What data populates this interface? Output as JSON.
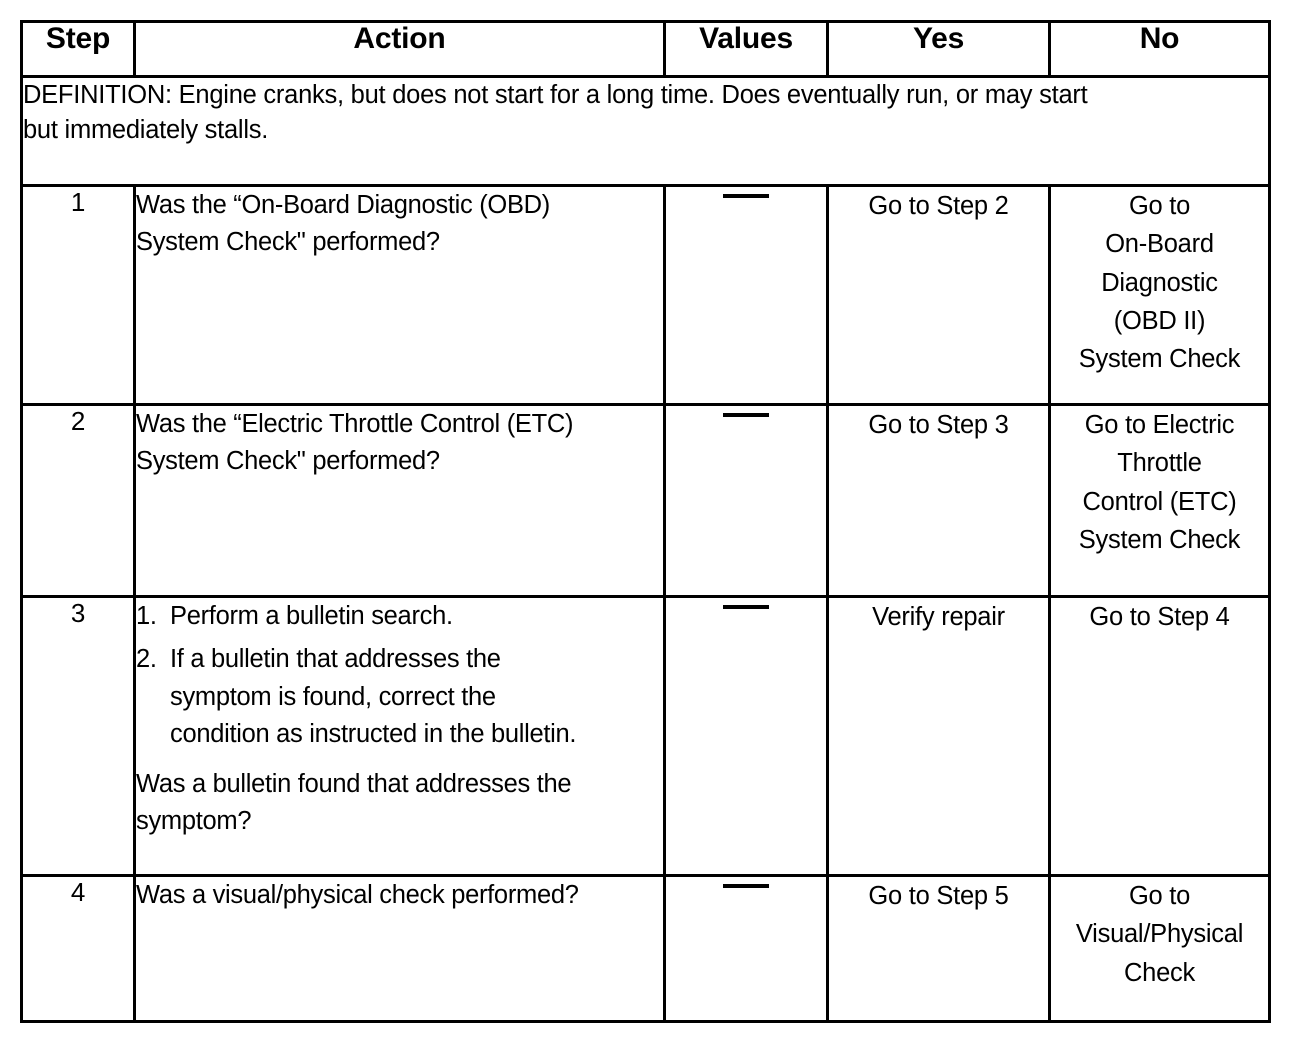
{
  "table": {
    "headers": [
      "Step",
      "Action",
      "Values",
      "Yes",
      "No"
    ],
    "definition": {
      "line1": "DEFINITION: Engine cranks, but does not start for a long time. Does eventually run, or may start",
      "line2": "but immediately stalls."
    },
    "rows": [
      {
        "step": "1",
        "action": {
          "line1": "Was the “On-Board Diagnostic (OBD)",
          "line2": "System Check\" performed?"
        },
        "values": "—",
        "yes": "Go to Step 2",
        "no": {
          "line1": "Go to",
          "line2": "On-Board",
          "line3": "Diagnostic",
          "line4": "(OBD II)",
          "line5": "System Check"
        }
      },
      {
        "step": "2",
        "action": {
          "line1": "Was the “Electric Throttle Control (ETC)",
          "line2": "System Check\" performed?"
        },
        "values": "—",
        "yes": "Go to Step 3",
        "no": {
          "line1": "Go to Electric",
          "line2": "Throttle",
          "line3": "Control (ETC)",
          "line4": "System Check"
        }
      },
      {
        "step": "3",
        "action": {
          "item1_marker": "1.",
          "item1_text": "Perform a bulletin search.",
          "item2_marker": "2.",
          "item2_line1": "If a bulletin that addresses the",
          "item2_line2": "symptom is found, correct the",
          "item2_line3": "condition as instructed in the bulletin.",
          "question_line1": "Was a bulletin found that addresses the",
          "question_line2": "symptom?"
        },
        "values": "—",
        "yes": "Verify repair",
        "no": "Go to Step 4"
      },
      {
        "step": "4",
        "action": {
          "line1": "Was a visual/physical check performed?"
        },
        "values": "—",
        "yes": "Go to Step 5",
        "no": {
          "line1": "Go to",
          "line2": "Visual/Physical",
          "line3": "Check"
        }
      }
    ]
  },
  "colors": {
    "border": "#000000",
    "text": "#000000",
    "background": "#ffffff"
  }
}
